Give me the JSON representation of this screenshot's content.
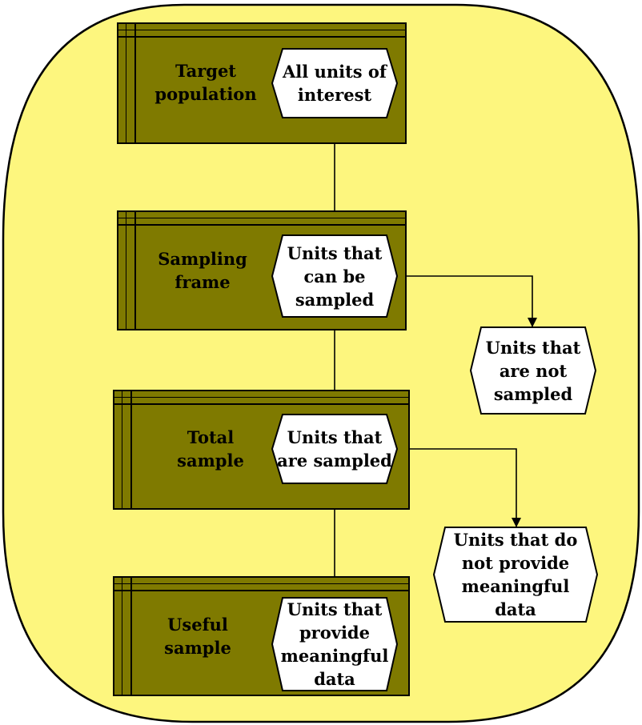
{
  "colors": {
    "background_oval": "#fdf67e",
    "stage_box": "#7f7a00",
    "outline": "#000000",
    "hexagon_fill": "#ffffff"
  },
  "stages": [
    {
      "label": "Target\npopulation",
      "units": "All units of\ninterest"
    },
    {
      "label": "Sampling\nframe",
      "units": "Units that\ncan be\nsampled"
    },
    {
      "label": "Total\nsample",
      "units": "Units that\nare sampled"
    },
    {
      "label": "Useful\nsample",
      "units": "Units that\nprovide\nmeaningful\ndata"
    }
  ],
  "excluded": [
    {
      "units": "Units that\nare not\nsampled"
    },
    {
      "units": "Units that do\nnot provide\nmeaningful\ndata"
    }
  ]
}
